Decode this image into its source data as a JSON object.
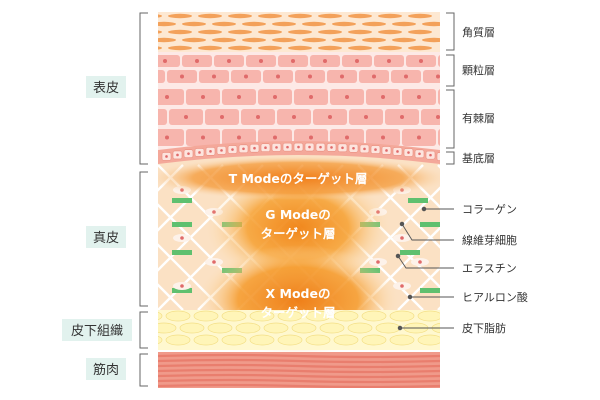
{
  "left_labels": {
    "epidermis": "表皮",
    "dermis": "真皮",
    "subcutis": "皮下組織",
    "muscle": "筋肉"
  },
  "layer_labels": {
    "stratum_corneum": "角質層",
    "stratum_granulosum": "顆粒層",
    "stratum_spinosum": "有棘層",
    "stratum_basale": "基底層"
  },
  "component_labels": {
    "collagen": "コラーゲン",
    "fibroblast": "線維芽細胞",
    "elastin": "エラスチン",
    "hyaluronic_acid": "ヒアルロン酸",
    "subcutaneous_fat": "皮下脂肪"
  },
  "zones": {
    "t_mode": "T Modeのターゲット層",
    "g_mode_line1": "G Modeの",
    "g_mode_line2": "ターゲット層",
    "x_mode_line1": "X Modeの",
    "x_mode_line2": "ターゲット層"
  },
  "colors": {
    "left_box_bg": "#e2f2ee",
    "line": "#555555",
    "corneum": "#f3a15a",
    "cell": "#f7b5ad",
    "cell_nucleus": "#e06a6a",
    "dermis_bg": "#fbe1c4",
    "collagen_bar": "#5fc06f",
    "fat": "#fff5b8",
    "muscle": "#e97e6e",
    "glow_core": "#f08213"
  }
}
